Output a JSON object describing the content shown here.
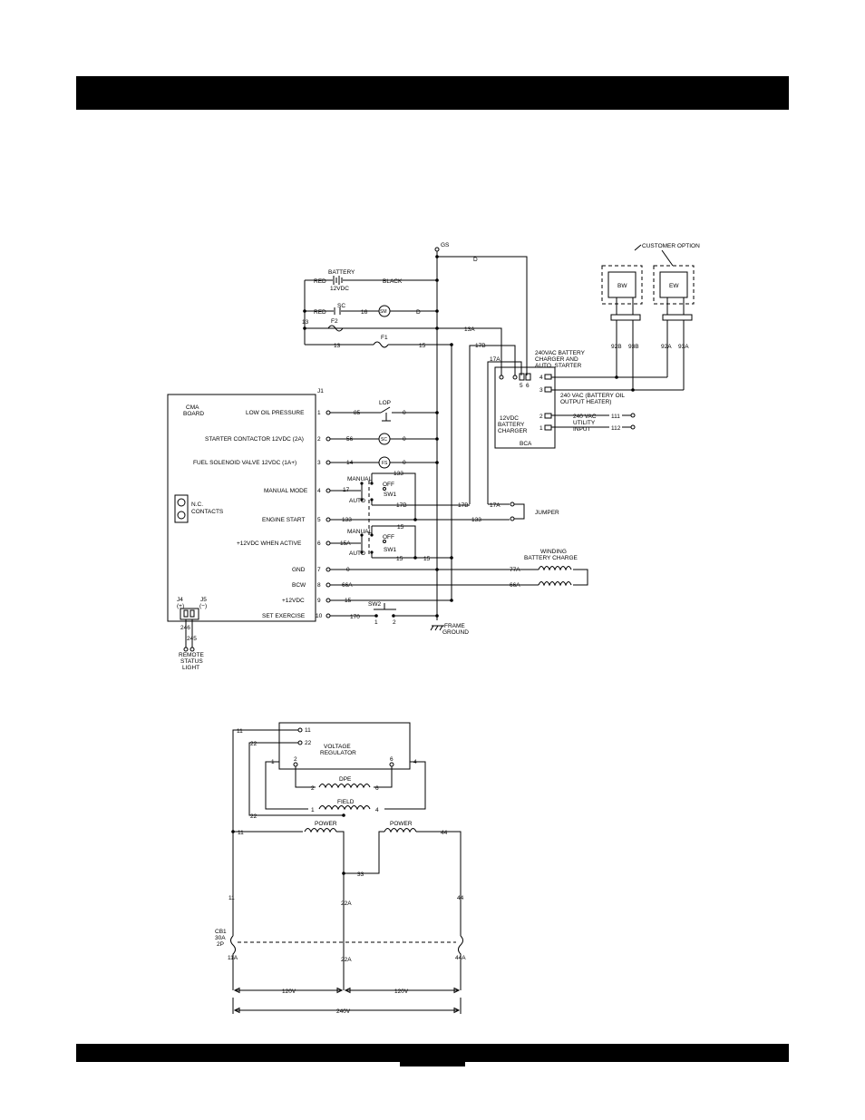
{
  "labels": {
    "gs": "GS",
    "d_top": "D",
    "customer_option": "CUSTOMER OPTION",
    "bw": "BW",
    "ew": "EW",
    "w92b": "92B",
    "w93b": "93B",
    "w92a": "92A",
    "w93a": "93A",
    "battery": "BATTERY",
    "v12dc": "12VDC",
    "red1": "RED",
    "black": "BLACK",
    "sc": "SC",
    "red2": "RED",
    "w16": "16",
    "sm": "SM",
    "d2": "D",
    "f2": "F2",
    "w13a": "13A",
    "w13": "13",
    "w13b": "13",
    "f1": "F1",
    "w15": "15",
    "w17b_top": "17B",
    "w17a_top": "17A",
    "bca_title1": "240VAC BATTERY",
    "bca_title2": "CHARGER AND",
    "bca_title3": "AUTO. STARTER",
    "t5": "5",
    "t6": "6",
    "bca_n4": "4",
    "bca_n3": "3",
    "bca_n2": "2",
    "bca_n1": "1",
    "heater1": "240 VAC (BATTERY OIL",
    "heater2": "OUTPUT HEATER)",
    "utility1": "240 VAC",
    "utility2": "UTILITY",
    "utility3": "INPUT",
    "w111": "111",
    "w112": "112",
    "charger1": "12VDC",
    "charger2": "BATTERY",
    "charger3": "CHARGER",
    "bca": "BCA",
    "j1": "J1",
    "cma1": "CMA",
    "cma2": "BOARD",
    "row_lop": "LOW OIL PRESSURE",
    "row_sc": "STARTER CONTACTOR 12VDC (2A)",
    "row_fs": "FUEL SOLENOID VALVE 12VDC (1A+)",
    "row_manual": "MANUAL MODE",
    "row_start": "ENGINE START",
    "row_active": "+12VDC WHEN ACTIVE",
    "row_gnd": "GND",
    "row_bcw": "BCW",
    "row_12v": "+12VDC",
    "row_exercise": "SET EXERCISE",
    "nc1": "N.C.",
    "nc2": "CONTACTS",
    "p1": "1",
    "p2": "2",
    "p3": "3",
    "p4": "4",
    "p5": "5",
    "p6": "6",
    "p7": "7",
    "p8": "8",
    "p9": "9",
    "p10": "10",
    "w85": "85",
    "w0a": "0",
    "lop": "LOP",
    "w56": "56",
    "w0b": "0",
    "sc2": "SC",
    "w14": "14",
    "w0c": "0",
    "fs": "FS",
    "w17": "17",
    "w133a": "133",
    "manual1": "MANUAL",
    "off1": "OFF",
    "sw1a": "SW1",
    "auto1": "AUTO",
    "w17b_mid": "17B",
    "w17b_bot": "17B",
    "w17a_mid": "17A",
    "jumper": "JUMPER",
    "w133b": "133",
    "w133c": "133",
    "w15a": "15A",
    "w15b": "15",
    "manual2": "MANUAL",
    "off2": "OFF",
    "sw1b": "SW1",
    "auto2": "AUTO",
    "w15c": "15",
    "w15d": "15",
    "w0d": "0",
    "w77a": "77A",
    "winding1": "WINDING",
    "winding2": "BATTERY CHARGE",
    "w66a1": "66A",
    "w66a2": "66A",
    "w15e": "15",
    "w170": "170",
    "sw2": "SW2",
    "s1": "1",
    "s2": "2",
    "frame1": "FRAME",
    "frame2": "GROUND",
    "j4": "J4",
    "j4p": "(+)",
    "j5": "J5",
    "j5m": "(−)",
    "w246": "246",
    "w245": "245",
    "rsl1": "REMOTE",
    "rsl2": "STATUS",
    "rsl3": "LIGHT",
    "vr_11a": "11",
    "vr_11b": "11",
    "vr_22a": "22",
    "vr_22b": "22",
    "vr1": "VOLTAGE",
    "vr2": "REGULATOR",
    "vr_2a": "2",
    "vr_6a": "6",
    "vr_1a": "1",
    "vr_4a": "4",
    "dpe": "DPE",
    "vr_2b": "2",
    "vr_6b": "6",
    "field": "FIELD",
    "vr_1b": "1",
    "vr_4b": "4",
    "vr_22c": "22",
    "vr_11c": "11",
    "power1": "POWER",
    "power2": "POWER",
    "vr_44a": "44",
    "vr_33": "33",
    "vr_11d": "11",
    "vr_22d": "22A",
    "vr_44b": "44",
    "cb1": "CB1",
    "cb2": "30A",
    "cb3": "2P",
    "vr_11e": "11A",
    "vr_22e": "22A",
    "vr_44c": "44A",
    "v120a": "120V",
    "v120b": "120V",
    "v240": "240V"
  }
}
